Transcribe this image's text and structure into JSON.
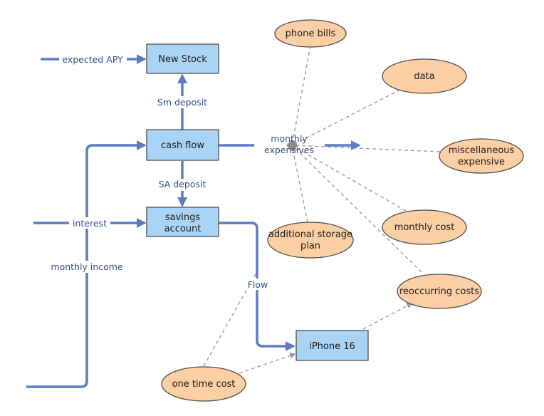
{
  "stocks": {
    "new_stock": "New Stock",
    "cash_flow": "cash flow",
    "savings_account": [
      "savings",
      "account"
    ],
    "iphone": "iPhone 16"
  },
  "auxiliaries": {
    "phone_bills": "phone bills",
    "data": "data",
    "miscellaneous": [
      "miscellaneous",
      "expensive"
    ],
    "monthly_cost": "monthly cost",
    "additional_storage": [
      "additional storage",
      "plan"
    ],
    "reoccurring_costs": "reoccurring costs",
    "one_time_cost": "one time cost"
  },
  "flows": {
    "expected_apy": "expected APY",
    "sm_deposit": "Sm deposit",
    "sa_deposit": "SA deposit",
    "interest": "interest",
    "monthly_income": "monthly income",
    "monthly_expensives": [
      "monthly",
      "expensives"
    ],
    "flow": "Flow"
  },
  "colors": {
    "stock_fill": "#aad4f5",
    "auxiliary_fill": "#fccfa5",
    "flow_stroke": "#5b7cc4",
    "link_stroke": "#9c9c9c"
  }
}
